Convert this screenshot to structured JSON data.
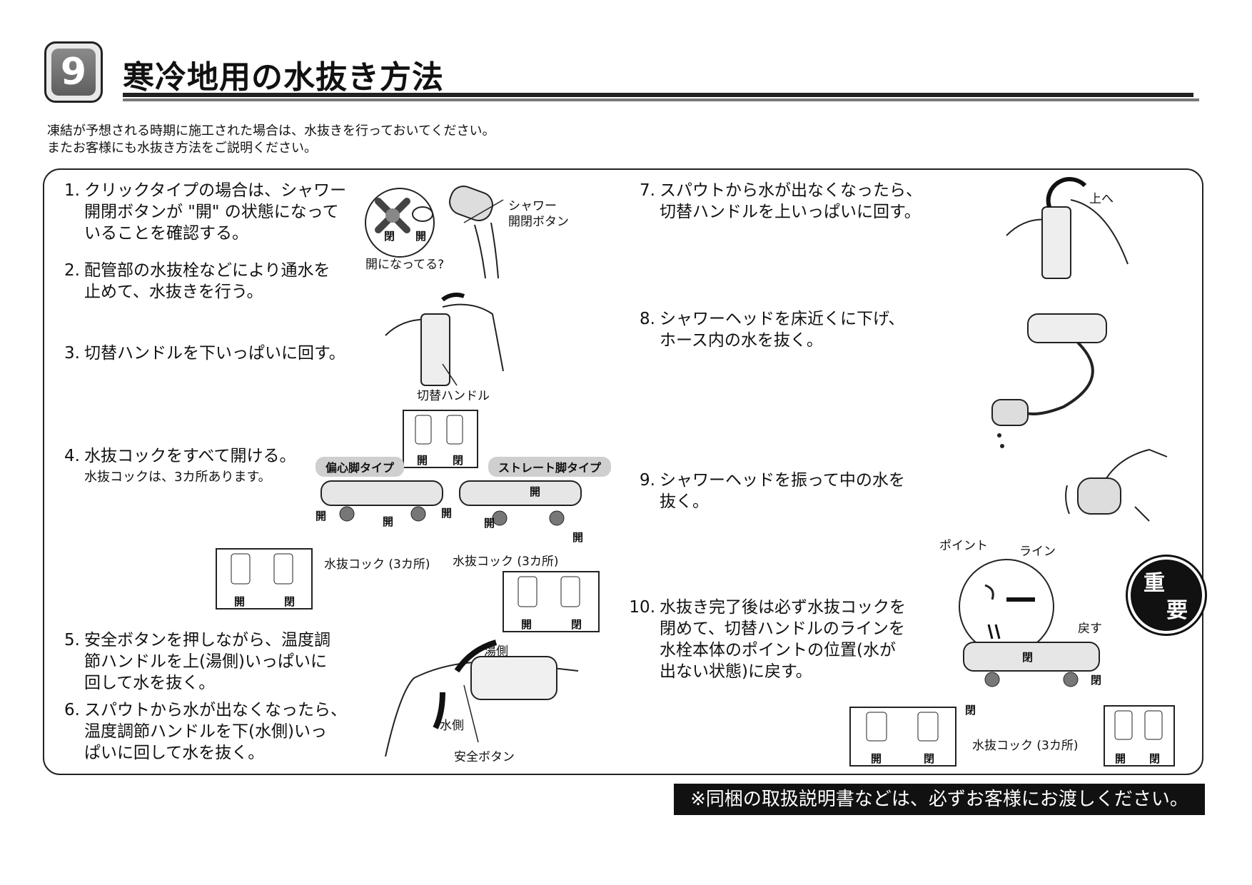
{
  "header": {
    "number": "9",
    "title": "寒冷地用の水抜き方法"
  },
  "intro": [
    "凍結が予想される時期に施工された場合は、水抜きを行っておいてください。",
    "またお客様にも水抜き方法をご説明ください。"
  ],
  "steps": {
    "s1": {
      "num": "1.",
      "lines": [
        "クリックタイプの場合は、シャワー",
        "開閉ボタンが \"開\" の状態になって",
        "いることを確認する。"
      ]
    },
    "s2": {
      "num": "2.",
      "lines": [
        "配管部の水抜栓などにより通水を",
        "止めて、水抜きを行う。"
      ]
    },
    "s3": {
      "num": "3.",
      "lines": [
        "切替ハンドルを下いっぱいに回す。"
      ]
    },
    "s4": {
      "num": "4.",
      "lines": [
        "水抜コックをすべて開ける。"
      ],
      "note": "水抜コックは、3カ所あります。"
    },
    "s5": {
      "num": "5.",
      "lines": [
        "安全ボタンを押しながら、温度調",
        "節ハンドルを上(湯側)いっぱいに",
        "回して水を抜く。"
      ]
    },
    "s6": {
      "num": "6.",
      "lines": [
        "スパウトから水が出なくなったら、",
        "温度調節ハンドルを下(水側)いっ",
        "ぱいに回して水を抜く。"
      ]
    },
    "s7": {
      "num": "7.",
      "lines": [
        "スパウトから水が出なくなったら、",
        "切替ハンドルを上いっぱいに回す。"
      ]
    },
    "s8": {
      "num": "8.",
      "lines": [
        "シャワーヘッドを床近くに下げ、",
        "ホース内の水を抜く。"
      ]
    },
    "s9": {
      "num": "9.",
      "lines": [
        "シャワーヘッドを振って中の水を",
        "抜く。"
      ]
    },
    "s10": {
      "num": "10.",
      "lines": [
        "水抜き完了後は必ず水抜コックを",
        "閉めて、切替ハンドルのラインを",
        "水栓本体のポイントの位置(水が",
        "出ない状態)に戻す。"
      ]
    }
  },
  "labels": {
    "shower_button": [
      "シャワー",
      "開閉ボタン"
    ],
    "is_open": "開になってる?",
    "close": "閉",
    "open": "開",
    "switch_handle": "切替ハンドル",
    "eccentric_type": "偏心脚タイプ",
    "straight_type": "ストレート脚タイプ",
    "drain_cock": "水抜コック (3カ所)",
    "hot_side": "湯側",
    "cold_side": "水側",
    "safety_button": "安全ボタン",
    "up": "上へ",
    "point": "ポイント",
    "line": "ライン",
    "return": "戻す",
    "important": [
      "重",
      "要"
    ]
  },
  "footer": "※同梱の取扱説明書などは、必ずお客様にお渡しください。"
}
